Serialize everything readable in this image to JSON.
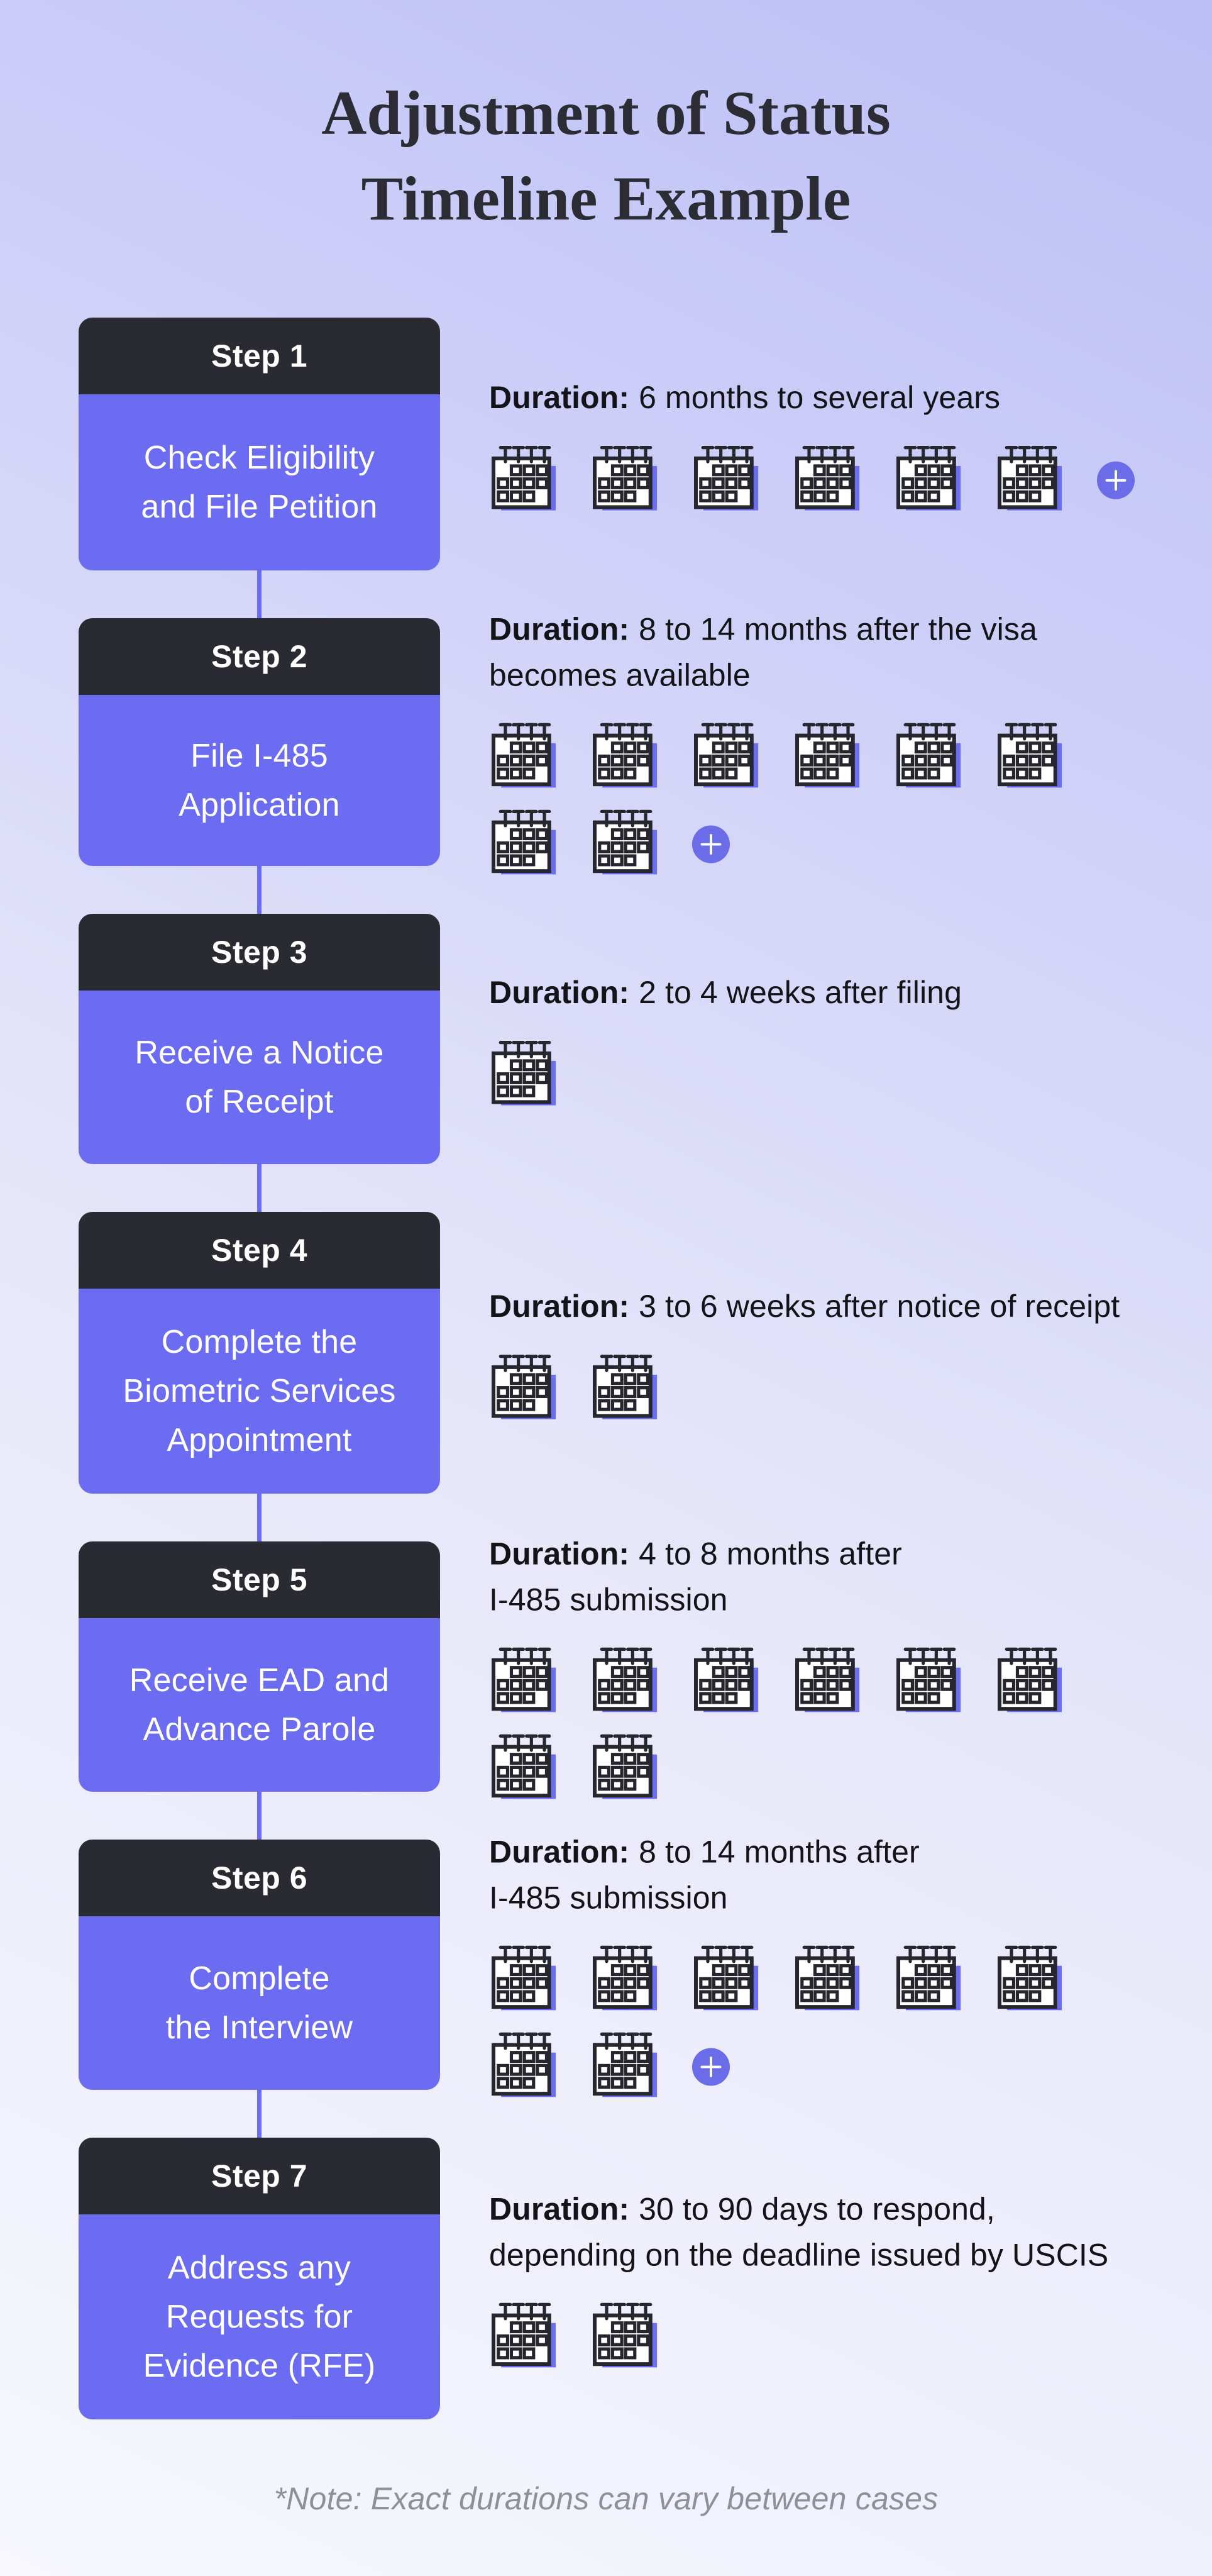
{
  "title": {
    "line1": "Adjustment of Status",
    "line2": "Timeline Example"
  },
  "footnote": "*Note: Exact durations can vary between cases",
  "colors": {
    "accent_purple": "#6c6cf2",
    "dark_header": "#2a2a32",
    "calendar_outline": "#26262e",
    "background_light": "#f7f7fd",
    "background_purple": "#bcbef6",
    "text_dark": "#131318",
    "footnote_gray": "#8f8f9a"
  },
  "steps": [
    {
      "label": "Step 1",
      "title_lines": [
        "Check Eligibility",
        "and File Petition"
      ],
      "duration_label": "Duration:",
      "duration_lines": [
        "6 months to several years"
      ],
      "calendar_rows": [
        6
      ],
      "has_plus_icon": true
    },
    {
      "label": "Step 2",
      "title_lines": [
        "File I-485",
        "Application"
      ],
      "duration_label": "Duration:",
      "duration_lines": [
        "8 to 14 months after the visa",
        "becomes available"
      ],
      "calendar_rows": [
        6,
        2
      ],
      "has_plus_icon": true
    },
    {
      "label": "Step 3",
      "title_lines": [
        "Receive a Notice",
        "of Receipt"
      ],
      "duration_label": "Duration:",
      "duration_lines": [
        "2 to 4 weeks after filing"
      ],
      "calendar_rows": [
        1
      ],
      "has_plus_icon": false
    },
    {
      "label": "Step 4",
      "title_lines": [
        "Complete the",
        "Biometric Services",
        "Appointment"
      ],
      "duration_label": "Duration:",
      "duration_lines": [
        "3 to 6 weeks after notice of receipt"
      ],
      "calendar_rows": [
        2
      ],
      "has_plus_icon": false
    },
    {
      "label": "Step 5",
      "title_lines": [
        "Receive EAD and",
        "Advance Parole"
      ],
      "duration_label": "Duration:",
      "duration_lines": [
        "4 to 8 months after",
        "I-485 submission"
      ],
      "calendar_rows": [
        6,
        2
      ],
      "has_plus_icon": false
    },
    {
      "label": "Step 6",
      "title_lines": [
        "Complete",
        "the Interview"
      ],
      "duration_label": "Duration:",
      "duration_lines": [
        "8 to 14 months after",
        "I-485 submission"
      ],
      "calendar_rows": [
        6,
        2
      ],
      "has_plus_icon": true
    },
    {
      "label": "Step 7",
      "title_lines": [
        "Address any",
        "Requests for",
        "Evidence (RFE)"
      ],
      "duration_label": "Duration:",
      "duration_lines": [
        "30 to 90 days to respond,",
        "depending on the deadline issued by USCIS"
      ],
      "calendar_rows": [
        2
      ],
      "has_plus_icon": false
    }
  ]
}
